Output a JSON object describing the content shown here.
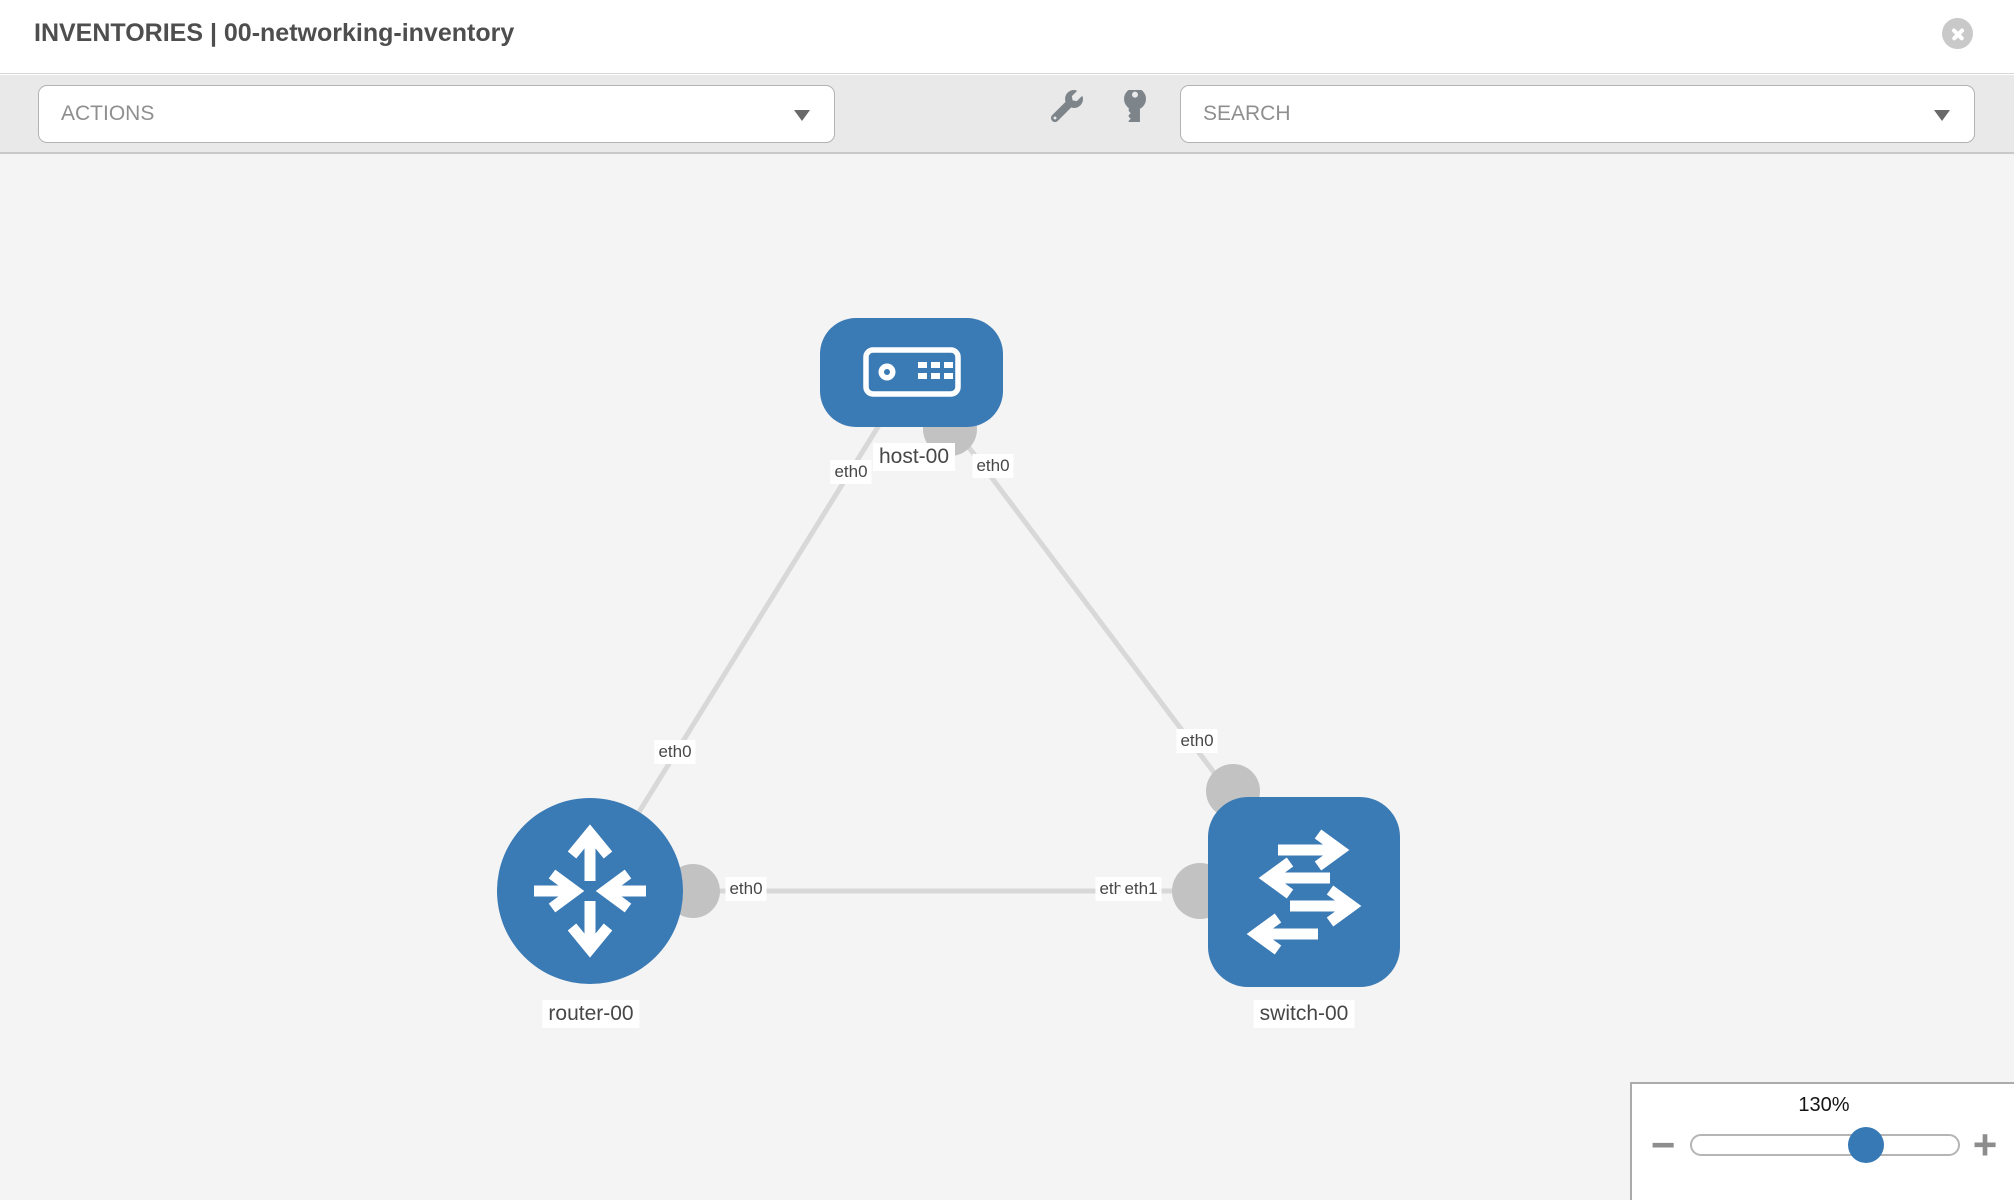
{
  "header": {
    "title": "INVENTORIES | 00-networking-inventory"
  },
  "toolbar": {
    "actions_label": "ACTIONS",
    "search_label": "SEARCH"
  },
  "icons": {
    "close": "x-in-circle",
    "wrench": "wrench",
    "key": "key",
    "dropdown_caret": "caret-down",
    "zoom_out": "minus",
    "zoom_in": "plus"
  },
  "topology": {
    "nodes": [
      {
        "name": "host-00",
        "type": "host"
      },
      {
        "name": "router-00",
        "type": "router"
      },
      {
        "name": "switch-00",
        "type": "switch"
      }
    ],
    "links": [
      {
        "from": "host-00",
        "from_if": "eth0",
        "to": "router-00",
        "to_if": "eth0"
      },
      {
        "from": "host-00",
        "from_if": "eth0",
        "to": "switch-00",
        "to_if": "eth0"
      },
      {
        "from": "router-00",
        "from_if": "eth0",
        "to": "switch-00",
        "to_if": "eth1"
      }
    ]
  },
  "zoom_control": {
    "level": "130%",
    "minus_label": "−",
    "plus_label": "+"
  },
  "colors": {
    "node_blue": "#3a7ab5",
    "link_grey": "#d8d8d8",
    "port_grey": "#c2c2c2",
    "canvas_bg": "#f4f4f4"
  }
}
